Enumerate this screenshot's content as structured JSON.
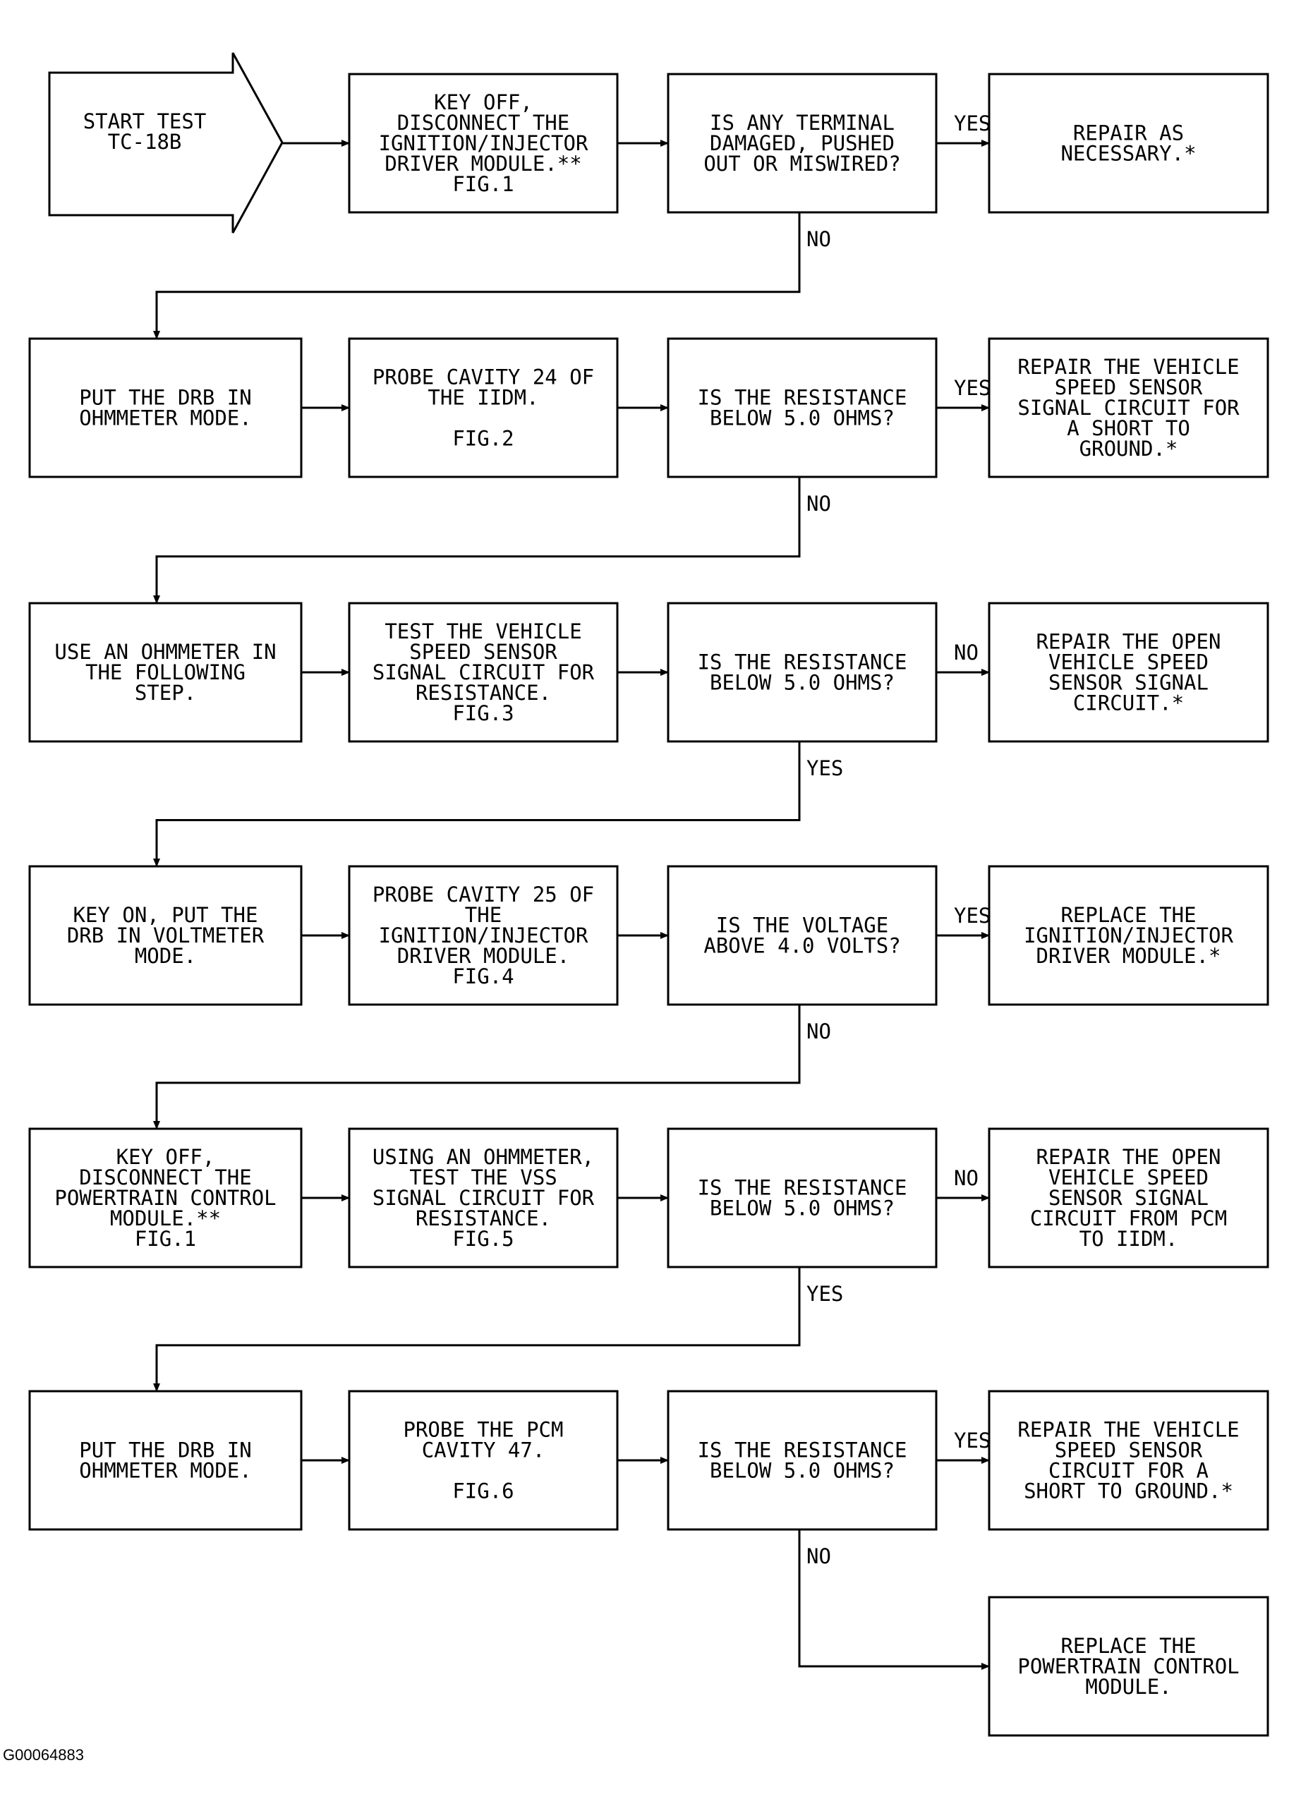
{
  "start": {
    "lines": [
      "START TEST",
      "TC-18B"
    ]
  },
  "rows": [
    {
      "step": [
        "KEY OFF,",
        "DISCONNECT THE",
        "IGNITION/INJECTOR",
        "DRIVER MODULE.**",
        "FIG.1"
      ],
      "question": [
        "IS ANY TERMINAL",
        "DAMAGED, PUSHED",
        "OUT OR MISWIRED?"
      ],
      "yes_label": "YES",
      "action": [
        "REPAIR AS",
        "NECESSARY.*"
      ],
      "down_label": "NO"
    },
    {
      "first": [
        "PUT THE DRB IN",
        "OHMMETER MODE."
      ],
      "step": [
        "PROBE CAVITY 24 OF",
        "THE IIDM.",
        "",
        "FIG.2"
      ],
      "question": [
        "IS THE RESISTANCE",
        "BELOW 5.0 OHMS?"
      ],
      "yes_label": "YES",
      "action": [
        "REPAIR THE VEHICLE",
        "SPEED SENSOR",
        "SIGNAL CIRCUIT FOR",
        "A SHORT TO",
        "GROUND.*"
      ],
      "down_label": "NO"
    },
    {
      "first": [
        "USE AN OHMMETER IN",
        "THE FOLLOWING",
        "STEP."
      ],
      "step": [
        "TEST THE VEHICLE",
        "SPEED SENSOR",
        "SIGNAL CIRCUIT FOR",
        "RESISTANCE.",
        "FIG.3"
      ],
      "question": [
        "IS THE RESISTANCE",
        "BELOW 5.0 OHMS?"
      ],
      "yes_label": "NO",
      "action": [
        "REPAIR THE OPEN",
        "VEHICLE SPEED",
        "SENSOR SIGNAL",
        "CIRCUIT.*"
      ],
      "down_label": "YES"
    },
    {
      "first": [
        "KEY ON, PUT THE",
        "DRB IN VOLTMETER",
        "MODE."
      ],
      "step": [
        "PROBE CAVITY 25 OF",
        "THE",
        "IGNITION/INJECTOR",
        "DRIVER MODULE.",
        "FIG.4"
      ],
      "question": [
        "IS THE VOLTAGE",
        "ABOVE 4.0 VOLTS?"
      ],
      "yes_label": "YES",
      "action": [
        "REPLACE THE",
        "IGNITION/INJECTOR",
        "DRIVER MODULE.*"
      ],
      "down_label": "NO"
    },
    {
      "first": [
        "KEY OFF,",
        "DISCONNECT THE",
        "POWERTRAIN CONTROL",
        "MODULE.**",
        "FIG.1"
      ],
      "step": [
        "USING AN OHMMETER,",
        "TEST THE VSS",
        "SIGNAL CIRCUIT FOR",
        "RESISTANCE.",
        "FIG.5"
      ],
      "question": [
        "IS THE RESISTANCE",
        "BELOW 5.0 OHMS?"
      ],
      "yes_label": "NO",
      "action": [
        "REPAIR THE OPEN",
        "VEHICLE SPEED",
        "SENSOR SIGNAL",
        "CIRCUIT FROM PCM",
        "TO IIDM."
      ],
      "down_label": "YES"
    },
    {
      "first": [
        "PUT THE DRB IN",
        "OHMMETER MODE."
      ],
      "step": [
        "PROBE THE PCM",
        "CAVITY 47.",
        "",
        "FIG.6"
      ],
      "question": [
        "IS THE RESISTANCE",
        "BELOW 5.0 OHMS?"
      ],
      "yes_label": "YES",
      "action": [
        "REPAIR THE VEHICLE",
        "SPEED SENSOR",
        "CIRCUIT FOR A",
        "SHORT TO GROUND.*"
      ],
      "down_label": "NO"
    }
  ],
  "final": {
    "lines": [
      "REPLACE THE",
      "POWERTRAIN CONTROL",
      "MODULE."
    ]
  },
  "figure_id": "G00064883"
}
